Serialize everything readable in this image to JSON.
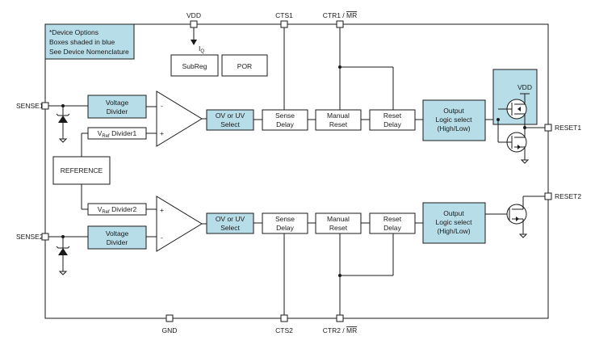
{
  "colors": {
    "shaded": "#b7dde8",
    "line": "#1a1a1a",
    "background": "#ffffff"
  },
  "note": {
    "line1": "*Device Options",
    "line2": "Boxes shaded in blue",
    "line3": "See Device Nomenclature"
  },
  "pins": {
    "vdd": "VDD",
    "cts1": "CTS1",
    "ctr1_prefix": "CTR1 / ",
    "ctr1_bar": "MR",
    "sense1": "SENSE1",
    "sense2": "SENSE2",
    "reset1": "RESET1",
    "reset2": "RESET2",
    "gnd": "GND",
    "cts2": "CTS2",
    "ctr2_prefix": "CTR2 / ",
    "ctr2_bar": "MR"
  },
  "blocks": {
    "iq_main": "I",
    "iq_sub": "Q",
    "subreg": "SubReg",
    "por": "POR",
    "reference": "REFERENCE",
    "voltage_divider": [
      "Voltage",
      "Divider"
    ],
    "vref_main": "V",
    "vref_sub": "Ref",
    "vref_divider1": " Divider1",
    "vref_divider2": " Divider2",
    "ov_uv": [
      "OV or UV",
      "Select"
    ],
    "sense_delay": [
      "Sense",
      "Delay"
    ],
    "manual_reset": [
      "Manual",
      "Reset"
    ],
    "reset_delay": [
      "Reset",
      "Delay"
    ],
    "output_logic": [
      "Output",
      "Logic select",
      "(High/Low)"
    ],
    "transistor_vdd": "VDD",
    "minus": "-",
    "plus": "+"
  }
}
